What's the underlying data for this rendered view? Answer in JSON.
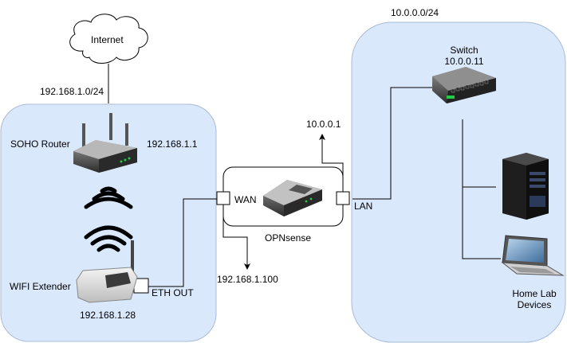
{
  "colors": {
    "zone_fill": "#dae8fc",
    "zone_stroke": "#a0b6d2",
    "line": "#000000",
    "device_dark": "#3a3a3a",
    "led_green": "#22cc44"
  },
  "cloud": {
    "label": "Internet",
    "icon": "cloud-icon"
  },
  "networks": {
    "wan_subnet": "192.168.1.0/24",
    "lan_subnet": "10.0.0.0/24"
  },
  "left_zone": {
    "router": {
      "name": "SOHO Router",
      "ip": "192.168.1.1",
      "icon": "wireless-router-icon"
    },
    "wifi": {
      "icon": "wifi-signal-icon"
    },
    "extender": {
      "name": "WIFI Extender",
      "ip": "192.168.1.28",
      "port_label": "ETH OUT",
      "icon": "wifi-extender-icon"
    }
  },
  "firewall": {
    "name": "OPNsense",
    "wan_label": "WAN",
    "lan_label": "LAN",
    "wan_ip": "192.168.1.100",
    "lan_ip": "10.0.0.1",
    "icon": "firewall-router-icon"
  },
  "right_zone": {
    "switch": {
      "name": "Switch",
      "ip": "10.0.0.11",
      "icon": "network-switch-icon"
    },
    "devices": {
      "label_line1": "Home Lab",
      "label_line2": "Devices",
      "server_icon": "tower-server-icon",
      "laptop_icon": "laptop-icon"
    }
  }
}
